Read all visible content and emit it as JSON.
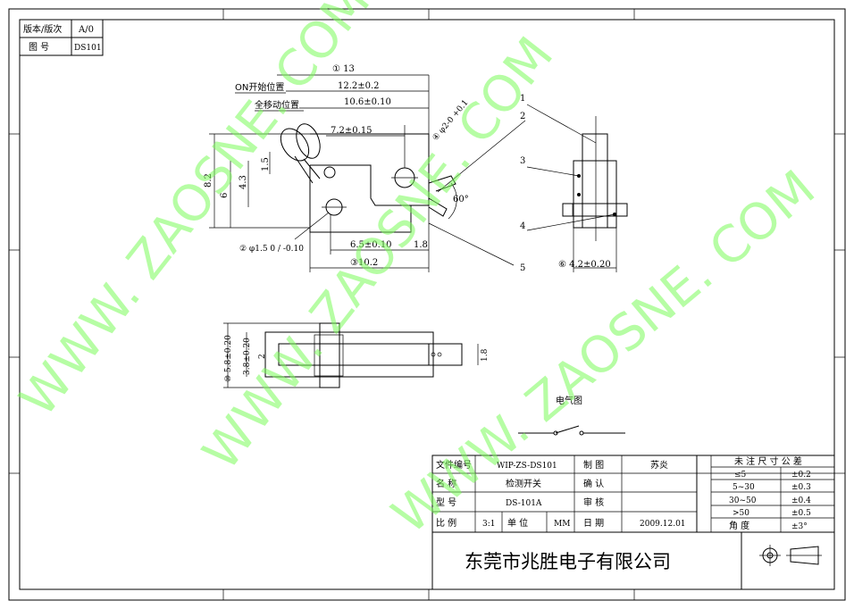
{
  "revision_box": {
    "version_label": "版本/版次",
    "version_value": "A/0",
    "drawing_no_label": "图  号",
    "drawing_no_value": "DS101"
  },
  "dimensions": {
    "d1": "① 13",
    "d2": "12.2±0.2",
    "d3": "10.6±0.10",
    "d4": "7.2±0.15",
    "d5": "④ φ2-0  +0.1",
    "d6": "6.5±0.10",
    "d7": "1.8",
    "d8": "③10.2",
    "d9": "⑥ 4.2±0.20",
    "d10": "② φ1.5  0 / -0.10",
    "v82": "8.2",
    "v6": "6",
    "v43": "4.3",
    "v15": "1.5",
    "angle": "60°",
    "h58": "⑩ 5.8±0.20",
    "h38": "3.8±0.20",
    "h2": "2",
    "h18": "1.8"
  },
  "annotations": {
    "on_start": "ON开始位置",
    "full_move": "全移动位置",
    "callouts": [
      "1",
      "2",
      "3",
      "4",
      "5"
    ],
    "schematic": "电气图"
  },
  "title_block": {
    "file_no_label": "文件编号",
    "file_no_value": "WIP-ZS-DS101",
    "drawn_label": "制    图",
    "drawn_value": "苏炎",
    "name_label": "名    称",
    "name_value": "检测开关",
    "confirm_label": "确    认",
    "model_label": "型    号",
    "model_value": "DS-101A",
    "review_label": "审    核",
    "scale_label": "比    例",
    "scale_value": "3:1",
    "unit_label": "单  位",
    "unit_value": "MM",
    "date_label": "日    期",
    "date_value": "2009.12.01",
    "company": "东莞市兆胜电子有限公司"
  },
  "tolerance_table": {
    "header": "未 注 尺 寸 公 差",
    "rows": [
      {
        "range": "≤5",
        "tol": "±0.2"
      },
      {
        "range": "5~30",
        "tol": "±0.3"
      },
      {
        "range": "30~50",
        "tol": "±0.4"
      },
      {
        "range": ">50",
        "tol": "±0.5"
      },
      {
        "range": "角  度",
        "tol": "±3°"
      }
    ]
  },
  "watermark": "WWW. ZAOSNE. COM"
}
